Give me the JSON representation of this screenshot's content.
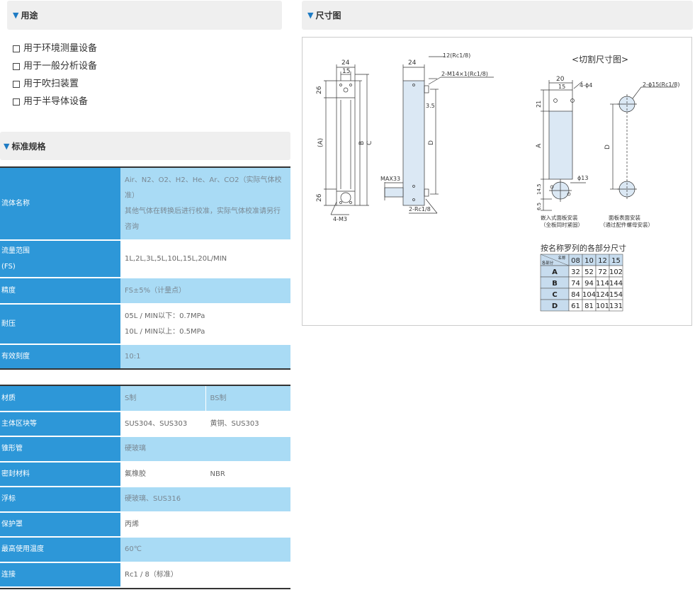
{
  "sections": {
    "uses_title": "用途",
    "spec_title": "标准规格",
    "dim_title": "尺寸图"
  },
  "uses": [
    "用于环境测量设备",
    "用于一般分析设备",
    "用于吹扫装置",
    "用于半导体设备"
  ],
  "spec_table1": {
    "fluid_label": "流体名称",
    "fluid_line1": "Air、N2、O2、H2、He、Ar、CO2（实际气体校",
    "fluid_line2": "准）",
    "fluid_line3": "其他气体在转换后进行校准，实际气体校准请另行",
    "fluid_line4": "咨询",
    "range_label1": "流量范围",
    "range_label2": "(FS)",
    "range_value": "1L,2L,3L,5L,10L,15L,20L/MIN",
    "accuracy_label": "精度",
    "accuracy_value": "FS±5%（计量点）",
    "pressure_label": "耐压",
    "pressure_line1": "05L / MIN以下：0.7MPa",
    "pressure_line2": "10L / MIN以上：0.5MPa",
    "scale_label": "有效刻度",
    "scale_value": "10:1"
  },
  "spec_table2": {
    "rows": [
      {
        "label": "材质",
        "v1": "S制",
        "v2": "BS制"
      },
      {
        "label": "主体区块等",
        "v1": "SUS304、SUS303",
        "v2": "黄铜、SUS303"
      },
      {
        "label": "锥形管",
        "v1": "硬玻璃",
        "v2": ""
      },
      {
        "label": "密封材料",
        "v1": "氟橡胶",
        "v2": "NBR"
      },
      {
        "label": "浮标",
        "v1": "硬玻璃、SUS316",
        "v2": ""
      },
      {
        "label": "保护罩",
        "v1": "丙烯",
        "v2": ""
      },
      {
        "label": "最高使用温度",
        "v1": "60℃",
        "v2": ""
      },
      {
        "label": "连接",
        "v1": "Rc1 / 8（标准）",
        "v2": ""
      }
    ]
  },
  "drawing": {
    "front_w": "24",
    "front_inner": "15",
    "dim_26_top": "26",
    "dim_26_bot": "26",
    "dim_A_paren": "(A)",
    "dim_B": "B",
    "dim_C": "C",
    "dim_4M3": "4-M3",
    "side_w": "24",
    "side_12": "12(Rc1/8)",
    "side_m14": "2-M14×1(Rc1/8)",
    "side_35": "3.5",
    "side_D": "D",
    "side_max33": "MAX33",
    "side_2rc": "2-Rc1/8",
    "cut_title": "<切割尺寸图>",
    "cut_20": "20",
    "cut_15": "15",
    "cut_4phi4": "4-ϕ4",
    "cut_21": "21",
    "cut_A": "A",
    "cut_phi13": "ϕ13",
    "cut_145": "14.5",
    "cut_65": "6.5",
    "cut_caption1a": "嵌入式面板安装",
    "cut_caption1b": "（全板同时紧固）",
    "panel_2phi15": "2-ϕ15(Rc1/8)",
    "panel_D": "D",
    "cut_caption2a": "面板表面安装",
    "cut_caption2b": "（通过配件螺母安装）",
    "table_title": "按名称罗列的各部分尺寸",
    "table_corner_top": "名称",
    "table_corner_bot": "各部分",
    "table_cols": [
      "08",
      "10",
      "12",
      "15"
    ],
    "table_rows": [
      {
        "k": "A",
        "v": [
          "32",
          "52",
          "72",
          "102"
        ]
      },
      {
        "k": "B",
        "v": [
          "74",
          "94",
          "114",
          "144"
        ]
      },
      {
        "k": "C",
        "v": [
          "84",
          "104",
          "124",
          "154"
        ]
      },
      {
        "k": "D",
        "v": [
          "61",
          "81",
          "101",
          "131"
        ]
      }
    ]
  }
}
